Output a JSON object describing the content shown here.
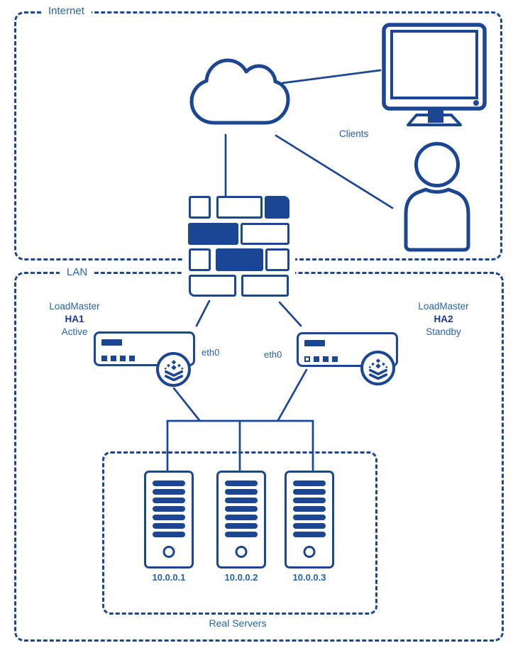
{
  "colors": {
    "primary_navy": "#1b4693",
    "label_blue": "#2765af",
    "bold_navy": "#16398f",
    "background": "#ffffff"
  },
  "internet": {
    "label": "Internet",
    "clients_label": "Clients"
  },
  "lan": {
    "label": "LAN",
    "loadmasters": [
      {
        "title": "LoadMaster",
        "name": "HA1",
        "state": "Active",
        "interface": "eth0"
      },
      {
        "title": "LoadMaster",
        "name": "HA2",
        "state": "Standby",
        "interface": "eth0"
      }
    ],
    "real_servers": {
      "label": "Real Servers",
      "servers": [
        {
          "ip": "10.0.0.1"
        },
        {
          "ip": "10.0.0.2"
        },
        {
          "ip": "10.0.0.3"
        }
      ]
    }
  },
  "icons": {
    "cloud": "internet-cloud",
    "monitor": "client-desktop-monitor",
    "user": "client-user-silhouette",
    "firewall": "firewall-brick-wall",
    "appliance": "loadmaster-appliance",
    "logo": "loadmaster-layers-logo",
    "server": "rack-server-tower"
  }
}
